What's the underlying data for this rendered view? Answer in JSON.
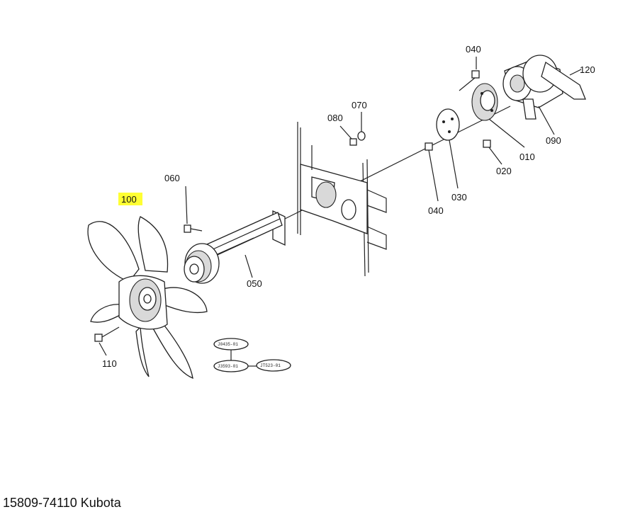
{
  "diagram": {
    "labels": {
      "p010": "010",
      "p020": "020",
      "p030": "030",
      "p040a": "040",
      "p040b": "040",
      "p050": "050",
      "p060": "060",
      "p070": "070",
      "p080": "080",
      "p090": "090",
      "p100": "100",
      "p110": "110",
      "p120": "120"
    },
    "highlighted_label": "p100",
    "highlight_color": "#ffff33",
    "ref_codes": {
      "top": "J0435-01",
      "left": "J3593-01",
      "right": "JT523-01"
    }
  },
  "caption": "15809-74110 Kubota"
}
